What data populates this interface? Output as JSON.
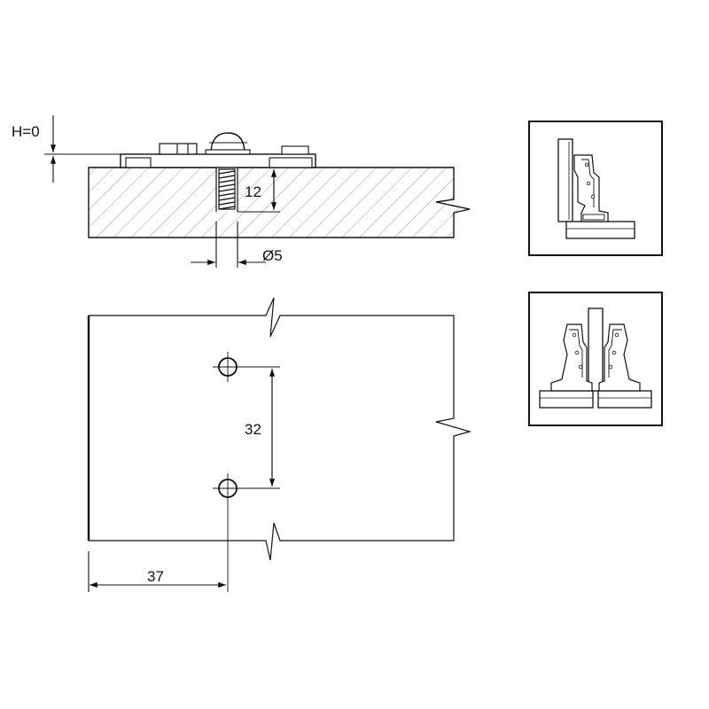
{
  "dimensions": {
    "height_offset": "H=0",
    "screw_depth": "12",
    "hole_diameter": "Ø5",
    "hole_spacing": "32",
    "edge_distance": "37"
  },
  "colors": {
    "line": "#111111",
    "hatch": "#888888",
    "background": "#ffffff"
  },
  "views": {
    "side_section": "hatched-panel-side-view",
    "top_plan": "panel-plan-view",
    "thumbnail_1": "hinge-overlay-single-icon",
    "thumbnail_2": "hinge-overlay-double-icon"
  }
}
